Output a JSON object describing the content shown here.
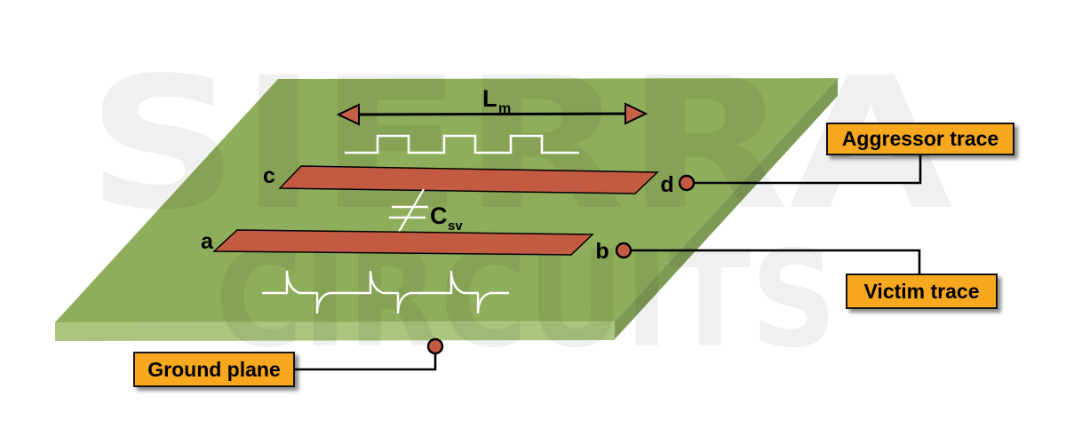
{
  "watermark": {
    "line1": "SIERRA",
    "line2": "CIRCUITS"
  },
  "callouts": {
    "aggressor": "Aggressor trace",
    "victim": "Victim trace",
    "ground": "Ground plane"
  },
  "points": {
    "a": "a",
    "b": "b",
    "c": "c",
    "d": "d"
  },
  "symbols": {
    "mutual_length": {
      "main": "L",
      "sub": "m"
    },
    "coupling_capacitance": {
      "main": "C",
      "sub": "sv"
    }
  },
  "waveforms": {
    "aggressor_signal": "square-wave",
    "victim_signal": "crosstalk-noise-spikes"
  },
  "colors": {
    "board_top": "#8FAE5B",
    "board_front": "#A9C57E",
    "board_side": "#7E9B56",
    "trace_red": "#C35B42",
    "terminal_red": "#C35B42",
    "arrowhead_red": "#C7604A",
    "callout_orange": "#F8A81E",
    "waveform_white": "#FFFFFF",
    "line_black": "#000000"
  }
}
